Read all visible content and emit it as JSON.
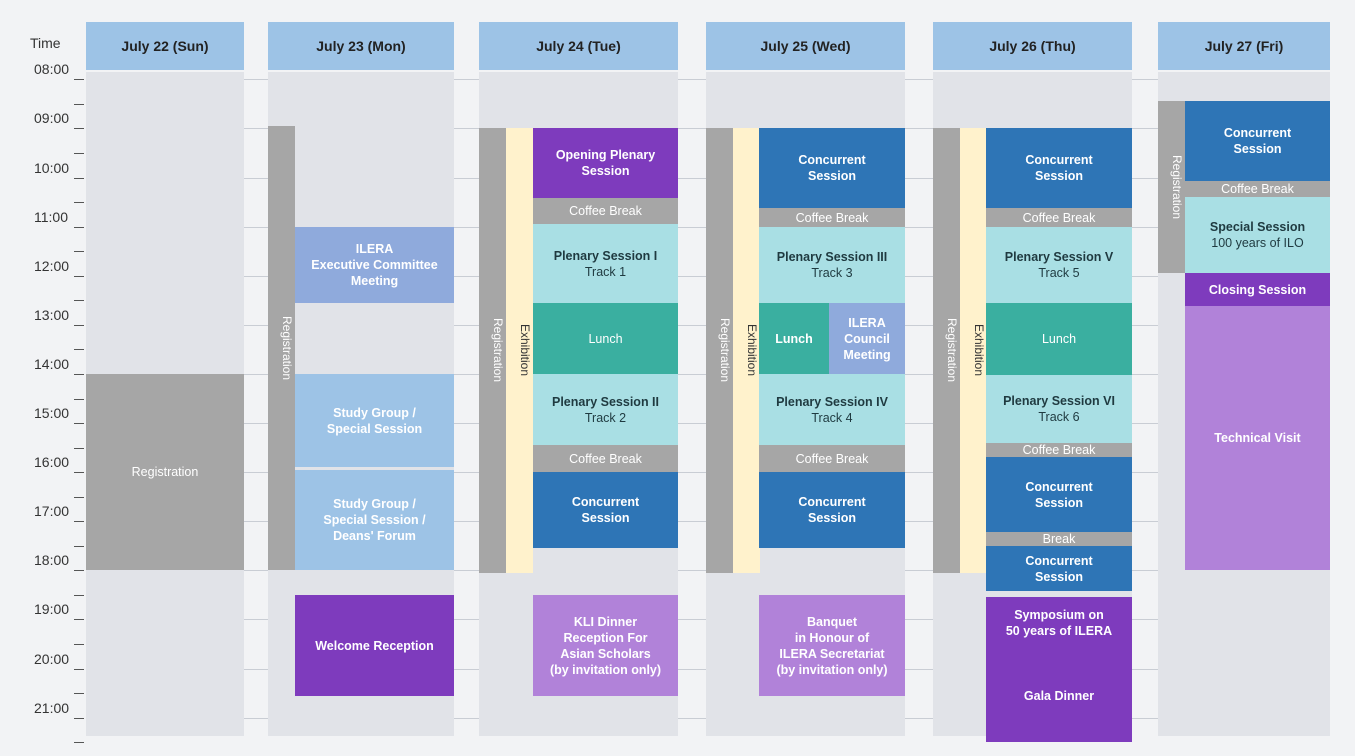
{
  "time_header": "Time",
  "time_labels": [
    "08:00",
    "09:00",
    "10:00",
    "11:00",
    "12:00",
    "13:00",
    "14:00",
    "15:00",
    "16:00",
    "17:00",
    "18:00",
    "19:00",
    "20:00",
    "21:00"
  ],
  "days": [
    {
      "label": "July 22 (Sun)"
    },
    {
      "label": "July 23 (Mon)"
    },
    {
      "label": "July 24 (Tue)"
    },
    {
      "label": "July 25 (Wed)"
    },
    {
      "label": "July 26 (Thu)"
    },
    {
      "label": "July 27 (Fri)"
    }
  ],
  "colors": {
    "header": "#9dc3e6",
    "registration": "#a6a6a6",
    "exhibition": "#fff2cc",
    "plenary": "#a9dfe4",
    "concurrent": "#2e75b6",
    "lunch": "#3aafa0",
    "committee": "#8faadc",
    "study_group": "#9dc3e6",
    "reception": "#7e3bbd",
    "evening": "#b182d9",
    "technical": "#b182d9"
  },
  "events": [
    {
      "id": "reg-sun",
      "day": 0,
      "start": 14.0,
      "end": 18.0,
      "lane": "full",
      "label": "Registration",
      "kind": "registration",
      "bold": false
    },
    {
      "id": "reg-mon",
      "day": 1,
      "start": 8.95,
      "end": 18.0,
      "lane": "reg",
      "label": "Registration",
      "kind": "registration",
      "bold": false,
      "vertical": true
    },
    {
      "id": "ilera-exec",
      "day": 1,
      "start": 11.0,
      "end": 12.55,
      "lane": "main",
      "label": "ILERA\nExecutive Committee\nMeeting",
      "kind": "committee",
      "bold": true
    },
    {
      "id": "study-1",
      "day": 1,
      "start": 14.0,
      "end": 15.9,
      "lane": "main",
      "label": "Study Group /\nSpecial Session",
      "kind": "study_group",
      "bold": true
    },
    {
      "id": "study-2",
      "day": 1,
      "start": 15.95,
      "end": 18.0,
      "lane": "main",
      "label": "Study Group /\nSpecial Session /\nDeans' Forum",
      "kind": "study_group",
      "bold": true
    },
    {
      "id": "welcome",
      "day": 1,
      "start": 18.5,
      "end": 20.55,
      "lane": "main",
      "label": "Welcome Reception",
      "kind": "reception",
      "bold": true
    },
    {
      "id": "reg-tue",
      "day": 2,
      "start": 9.0,
      "end": 18.05,
      "lane": "reg",
      "label": "Registration",
      "kind": "registration",
      "bold": false,
      "vertical": true
    },
    {
      "id": "exh-tue",
      "day": 2,
      "start": 9.0,
      "end": 18.05,
      "lane": "exh",
      "label": "Exhibition",
      "kind": "exhibition",
      "bold": false,
      "vertical": true
    },
    {
      "id": "opening",
      "day": 2,
      "start": 9.0,
      "end": 10.42,
      "lane": "main",
      "label": "Opening Plenary\nSession",
      "kind": "reception",
      "bold": true
    },
    {
      "id": "cb-tue-1",
      "day": 2,
      "start": 10.42,
      "end": 10.95,
      "lane": "main",
      "label": "Coffee Break",
      "kind": "registration",
      "bold": false
    },
    {
      "id": "plen-1",
      "day": 2,
      "start": 10.95,
      "end": 12.55,
      "lane": "main",
      "label": "Plenary Session I\nTrack 1",
      "kind": "plenary",
      "bold": false,
      "first_bold": true
    },
    {
      "id": "lunch-tue",
      "day": 2,
      "start": 12.55,
      "end": 14.0,
      "lane": "main",
      "label": "Lunch",
      "kind": "lunch",
      "bold": false
    },
    {
      "id": "plen-2",
      "day": 2,
      "start": 14.0,
      "end": 15.45,
      "lane": "main",
      "label": "Plenary Session II\nTrack 2",
      "kind": "plenary",
      "bold": false,
      "first_bold": true
    },
    {
      "id": "cb-tue-2",
      "day": 2,
      "start": 15.45,
      "end": 16.0,
      "lane": "main",
      "label": "Coffee Break",
      "kind": "registration",
      "bold": false
    },
    {
      "id": "conc-tue",
      "day": 2,
      "start": 16.0,
      "end": 17.55,
      "lane": "main",
      "label": "Concurrent\nSession",
      "kind": "concurrent",
      "bold": true
    },
    {
      "id": "kli",
      "day": 2,
      "start": 18.5,
      "end": 20.55,
      "lane": "main",
      "label": "KLI Dinner\nReception For\nAsian Scholars\n(by invitation only)",
      "kind": "evening",
      "bold": true
    },
    {
      "id": "reg-wed",
      "day": 3,
      "start": 9.0,
      "end": 18.05,
      "lane": "reg",
      "label": "Registration",
      "kind": "registration",
      "bold": false,
      "vertical": true
    },
    {
      "id": "exh-wed",
      "day": 3,
      "start": 9.0,
      "end": 18.05,
      "lane": "exh",
      "label": "Exhibition",
      "kind": "exhibition",
      "bold": false,
      "vertical": true
    },
    {
      "id": "conc-wed-1",
      "day": 3,
      "start": 9.0,
      "end": 10.62,
      "lane": "main",
      "label": "Concurrent\nSession",
      "kind": "concurrent",
      "bold": true
    },
    {
      "id": "cb-wed-1",
      "day": 3,
      "start": 10.62,
      "end": 11.0,
      "lane": "main",
      "label": "Coffee Break",
      "kind": "registration",
      "bold": false
    },
    {
      "id": "plen-3",
      "day": 3,
      "start": 11.0,
      "end": 12.55,
      "lane": "main",
      "label": "Plenary Session III\nTrack 3",
      "kind": "plenary",
      "bold": false,
      "first_bold": true
    },
    {
      "id": "lunch-wed",
      "day": 3,
      "start": 12.55,
      "end": 14.0,
      "lane": "left",
      "label": "Lunch",
      "kind": "lunch",
      "bold": true
    },
    {
      "id": "council",
      "day": 3,
      "start": 12.55,
      "end": 14.0,
      "lane": "right",
      "label": "ILERA\nCouncil\nMeeting",
      "kind": "committee",
      "bold": true
    },
    {
      "id": "plen-4",
      "day": 3,
      "start": 14.0,
      "end": 15.45,
      "lane": "main",
      "label": "Plenary Session IV\nTrack 4",
      "kind": "plenary",
      "bold": false,
      "first_bold": true
    },
    {
      "id": "cb-wed-2",
      "day": 3,
      "start": 15.45,
      "end": 16.0,
      "lane": "main",
      "label": "Coffee Break",
      "kind": "registration",
      "bold": false
    },
    {
      "id": "conc-wed-2",
      "day": 3,
      "start": 16.0,
      "end": 17.55,
      "lane": "main",
      "label": "Concurrent\nSession",
      "kind": "concurrent",
      "bold": true
    },
    {
      "id": "banquet",
      "day": 3,
      "start": 18.5,
      "end": 20.55,
      "lane": "main",
      "label": "Banquet\nin Honour of\nILERA Secretariat\n(by invitation only)",
      "kind": "evening",
      "bold": true
    },
    {
      "id": "reg-thu",
      "day": 4,
      "start": 9.0,
      "end": 18.05,
      "lane": "reg",
      "label": "Registration",
      "kind": "registration",
      "bold": false,
      "vertical": true
    },
    {
      "id": "exh-thu",
      "day": 4,
      "start": 9.0,
      "end": 18.05,
      "lane": "exh",
      "label": "Exhibition",
      "kind": "exhibition",
      "bold": false,
      "vertical": true
    },
    {
      "id": "conc-thu-1",
      "day": 4,
      "start": 9.0,
      "end": 10.62,
      "lane": "main",
      "label": "Concurrent\nSession",
      "kind": "concurrent",
      "bold": true
    },
    {
      "id": "cb-thu-1",
      "day": 4,
      "start": 10.62,
      "end": 11.0,
      "lane": "main",
      "label": "Coffee Break",
      "kind": "registration",
      "bold": false
    },
    {
      "id": "plen-5",
      "day": 4,
      "start": 11.0,
      "end": 12.55,
      "lane": "main",
      "label": "Plenary Session V\nTrack 5",
      "kind": "plenary",
      "bold": false,
      "first_bold": true
    },
    {
      "id": "lunch-thu",
      "day": 4,
      "start": 12.55,
      "end": 14.02,
      "lane": "main",
      "label": "Lunch",
      "kind": "lunch",
      "bold": false
    },
    {
      "id": "plen-6",
      "day": 4,
      "start": 14.02,
      "end": 15.4,
      "lane": "main",
      "label": "Plenary Session VI\nTrack 6",
      "kind": "plenary",
      "bold": false,
      "first_bold": true
    },
    {
      "id": "cb-thu-2",
      "day": 4,
      "start": 15.4,
      "end": 15.7,
      "lane": "main",
      "label": "Coffee Break",
      "kind": "registration",
      "bold": false
    },
    {
      "id": "conc-thu-2",
      "day": 4,
      "start": 15.7,
      "end": 17.22,
      "lane": "main",
      "label": "Concurrent\nSession",
      "kind": "concurrent",
      "bold": true
    },
    {
      "id": "break-thu",
      "day": 4,
      "start": 17.22,
      "end": 17.5,
      "lane": "main",
      "label": "Break",
      "kind": "registration",
      "bold": false
    },
    {
      "id": "conc-thu-3",
      "day": 4,
      "start": 17.5,
      "end": 18.42,
      "lane": "main",
      "label": "Concurrent\nSession",
      "kind": "concurrent",
      "bold": true
    },
    {
      "id": "symposium",
      "day": 4,
      "start": 18.55,
      "end": 19.6,
      "lane": "main",
      "label": "Symposium on\n50 years of ILERA",
      "kind": "reception",
      "bold": true
    },
    {
      "id": "gala",
      "day": 4,
      "start": 19.6,
      "end": 21.5,
      "lane": "main",
      "label": "Gala Dinner",
      "kind": "reception",
      "bold": true
    },
    {
      "id": "reg-fri",
      "day": 5,
      "start": 8.45,
      "end": 11.95,
      "lane": "reg",
      "label": "Registration",
      "kind": "registration",
      "bold": false,
      "vertical": true
    },
    {
      "id": "conc-fri",
      "day": 5,
      "start": 8.45,
      "end": 10.08,
      "lane": "main",
      "label": "Concurrent\nSession",
      "kind": "concurrent",
      "bold": true
    },
    {
      "id": "cb-fri",
      "day": 5,
      "start": 10.08,
      "end": 10.4,
      "lane": "main",
      "label": "Coffee Break",
      "kind": "registration",
      "bold": false
    },
    {
      "id": "special-fri",
      "day": 5,
      "start": 10.4,
      "end": 11.95,
      "lane": "main",
      "label": "Special Session\n100 years of ILO",
      "kind": "plenary",
      "bold": false,
      "first_bold": true
    },
    {
      "id": "closing",
      "day": 5,
      "start": 11.95,
      "end": 12.62,
      "lane": "main",
      "label": "Closing Session",
      "kind": "reception",
      "bold": true
    },
    {
      "id": "tech",
      "day": 5,
      "start": 12.62,
      "end": 18.0,
      "lane": "main",
      "label": "Technical Visit",
      "kind": "technical",
      "bold": true
    }
  ]
}
